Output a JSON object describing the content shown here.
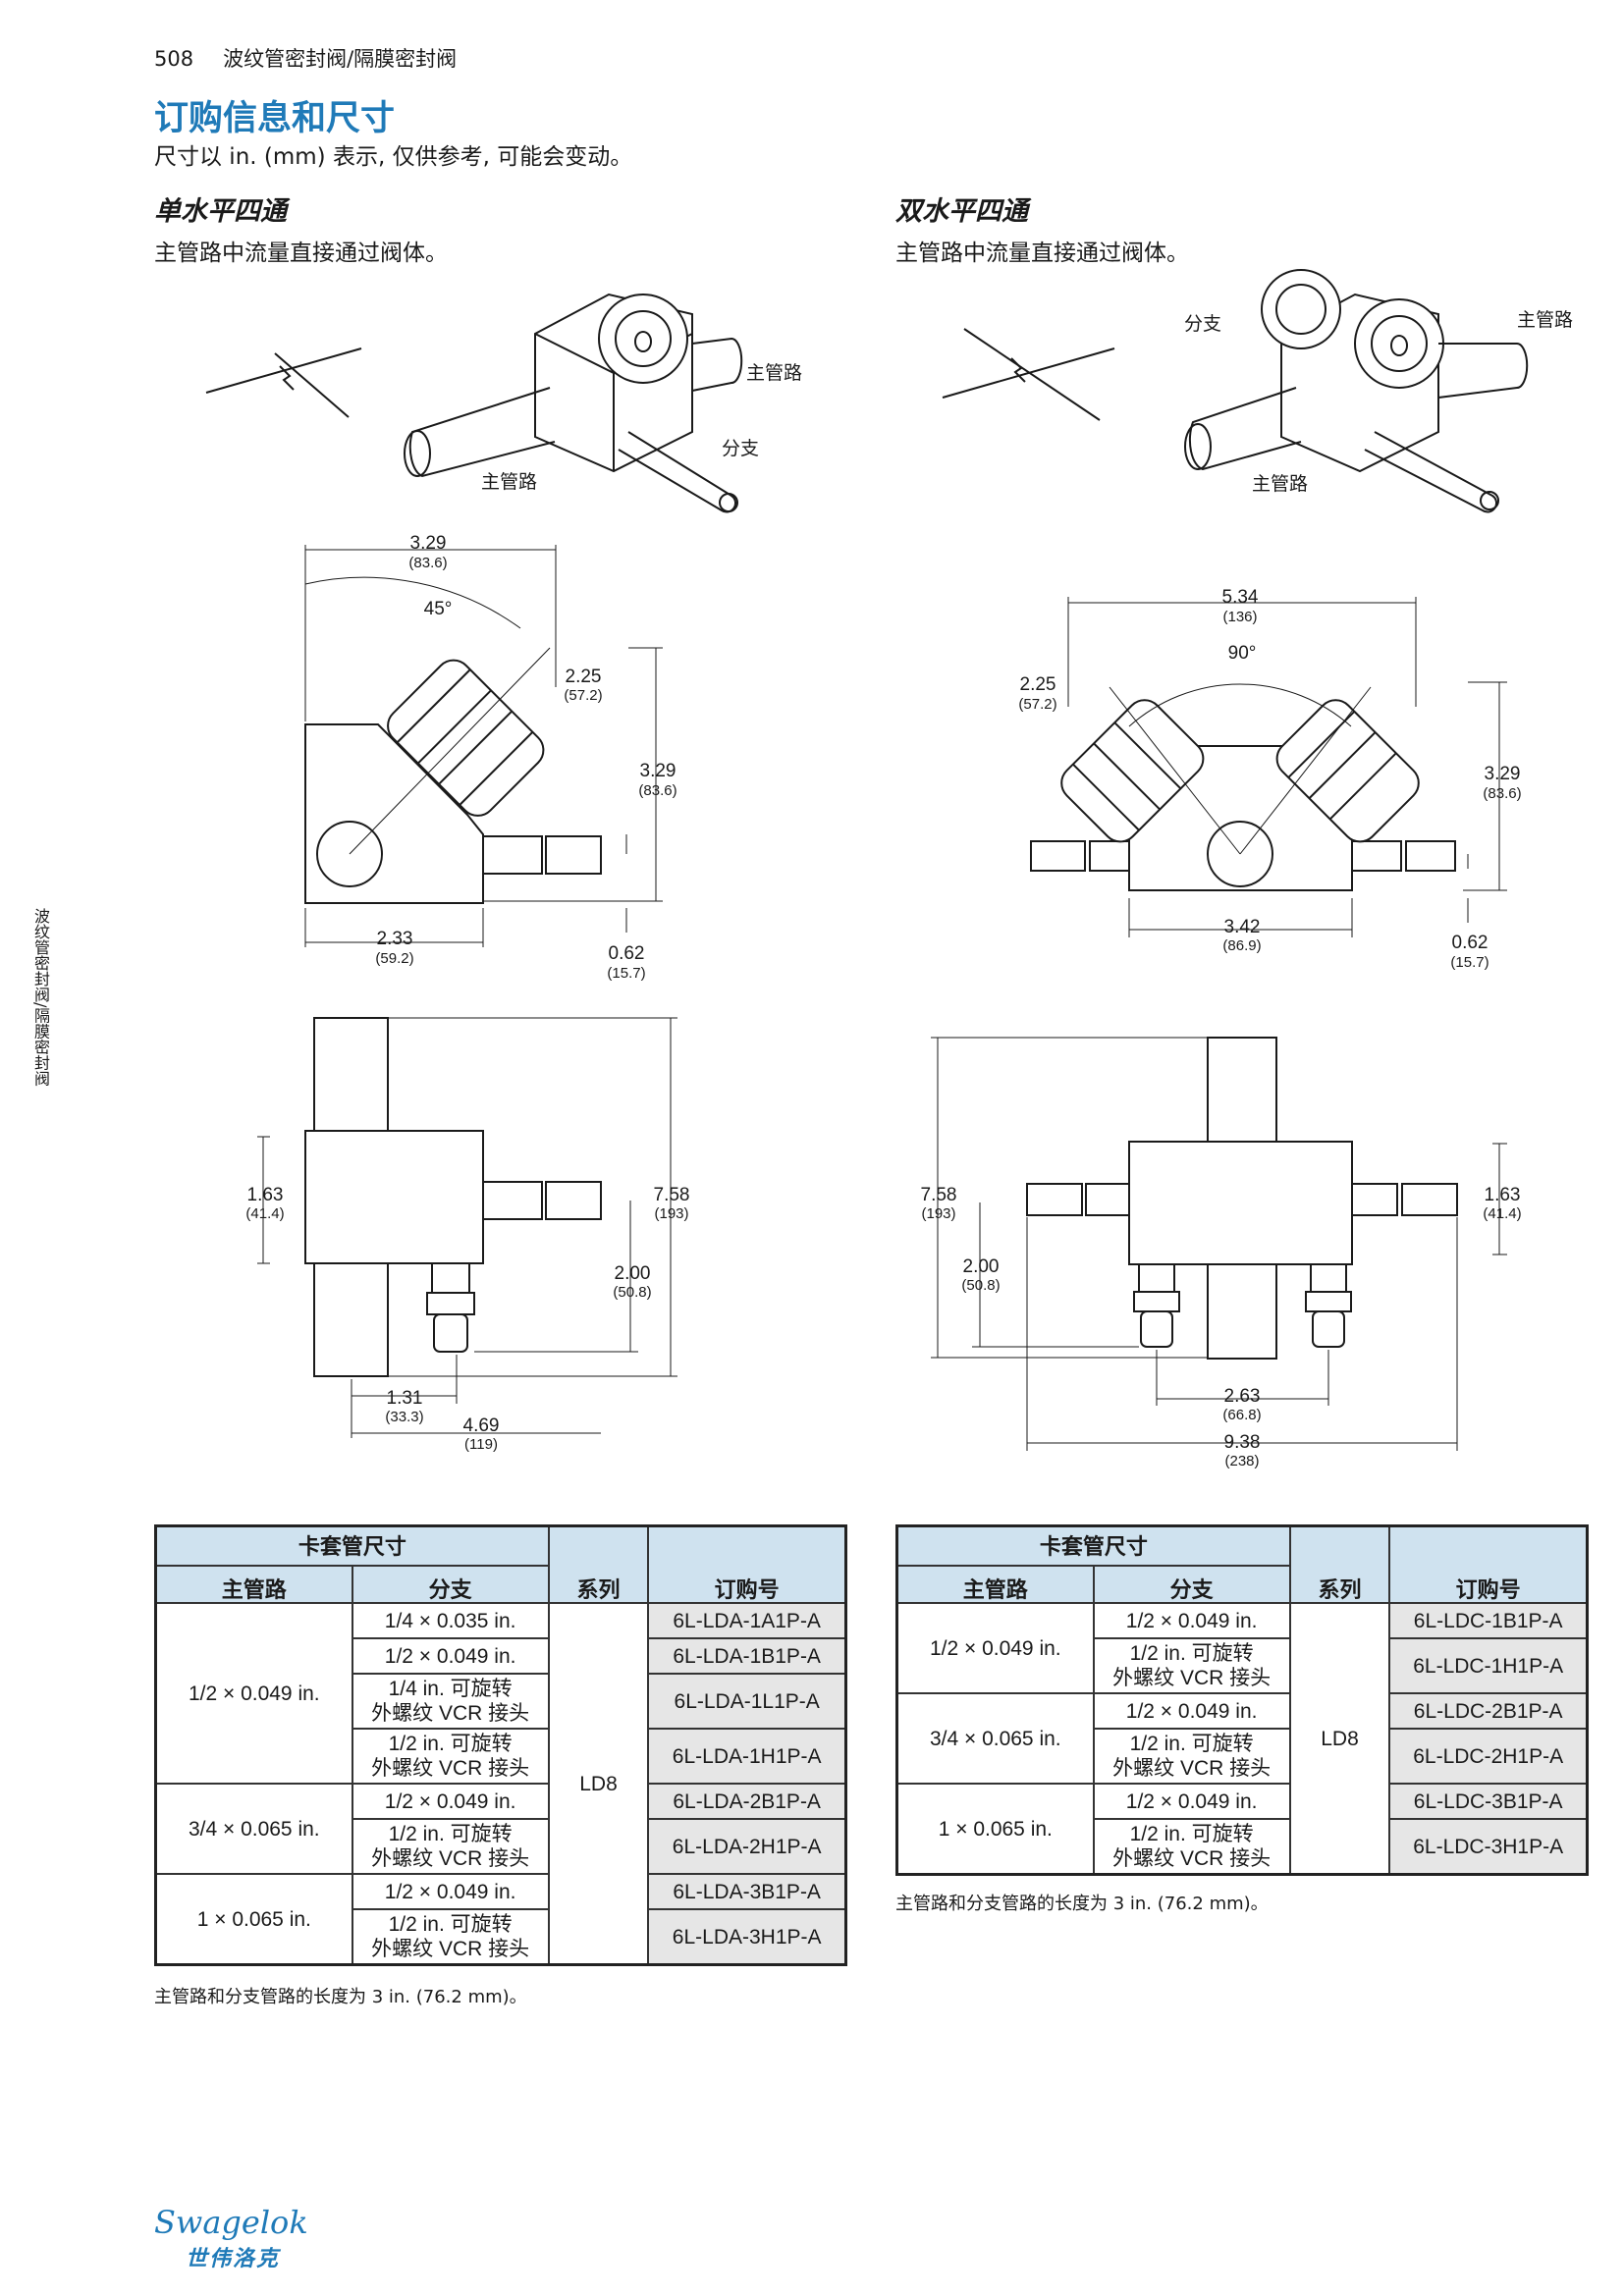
{
  "header": {
    "page_number": "508",
    "running_title": "波纹管密封阀/隔膜密封阀"
  },
  "title": "订购信息和尺寸",
  "subtitle": "尺寸以 in. (mm) 表示, 仅供参考, 可能会变动。",
  "side_tab": "波纹管密封阀/隔膜密封阀",
  "left": {
    "heading": "单水平四通",
    "description": "主管路中流量直接通过阀体。",
    "iso_labels": {
      "main_top": "主管路",
      "branch": "分支",
      "main_bottom": "主管路"
    },
    "front_dims": [
      {
        "in": "3.29",
        "mm": "(83.6)"
      },
      {
        "in": "45°"
      },
      {
        "in": "2.25",
        "mm": "(57.2)"
      },
      {
        "in": "3.29",
        "mm": "(83.6)"
      },
      {
        "in": "2.33",
        "mm": "(59.2)"
      },
      {
        "in": "0.62",
        "mm": "(15.7)"
      }
    ],
    "side_dims": [
      {
        "in": "1.63",
        "mm": "(41.4)"
      },
      {
        "in": "7.58",
        "mm": "(193)"
      },
      {
        "in": "2.00",
        "mm": "(50.8)"
      },
      {
        "in": "1.31",
        "mm": "(33.3)"
      },
      {
        "in": "4.69",
        "mm": "(119)"
      }
    ],
    "table": {
      "group_header": "卡套管尺寸",
      "headers": [
        "主管路",
        "分支",
        "系列",
        "订购号"
      ],
      "series": "LD8",
      "mains": [
        "1/2 × 0.049 in.",
        "3/4 × 0.065 in.",
        "1 × 0.065 in."
      ],
      "rows": [
        {
          "branch": "1/4 × 0.035 in.",
          "code": "6L-LDA-1A1P-A"
        },
        {
          "branch": "1/2 × 0.049 in.",
          "code": "6L-LDA-1B1P-A"
        },
        {
          "branch1": "1/4 in. 可旋转",
          "branch2": "外螺纹 VCR 接头",
          "code": "6L-LDA-1L1P-A"
        },
        {
          "branch1": "1/2 in. 可旋转",
          "branch2": "外螺纹 VCR 接头",
          "code": "6L-LDA-1H1P-A"
        },
        {
          "branch": "1/2 × 0.049 in.",
          "code": "6L-LDA-2B1P-A"
        },
        {
          "branch1": "1/2 in. 可旋转",
          "branch2": "外螺纹 VCR 接头",
          "code": "6L-LDA-2H1P-A"
        },
        {
          "branch": "1/2 × 0.049 in.",
          "code": "6L-LDA-3B1P-A"
        },
        {
          "branch1": "1/2 in. 可旋转",
          "branch2": "外螺纹 VCR 接头",
          "code": "6L-LDA-3H1P-A"
        }
      ],
      "note": "主管路和分支管路的长度为 3 in. (76.2 mm)。"
    }
  },
  "right": {
    "heading": "双水平四通",
    "description": "主管路中流量直接通过阀体。",
    "iso_labels": {
      "branch": "分支",
      "main_top": "主管路",
      "main_bottom": "主管路"
    },
    "front_dims": [
      {
        "in": "5.34",
        "mm": "(136)"
      },
      {
        "in": "90°"
      },
      {
        "in": "2.25",
        "mm": "(57.2)"
      },
      {
        "in": "3.29",
        "mm": "(83.6)"
      },
      {
        "in": "3.42",
        "mm": "(86.9)"
      },
      {
        "in": "0.62",
        "mm": "(15.7)"
      }
    ],
    "side_dims": [
      {
        "in": "7.58",
        "mm": "(193)"
      },
      {
        "in": "2.00",
        "mm": "(50.8)"
      },
      {
        "in": "1.63",
        "mm": "(41.4)"
      },
      {
        "in": "2.63",
        "mm": "(66.8)"
      },
      {
        "in": "9.38",
        "mm": "(238)"
      }
    ],
    "table": {
      "group_header": "卡套管尺寸",
      "headers": [
        "主管路",
        "分支",
        "系列",
        "订购号"
      ],
      "series": "LD8",
      "mains": [
        "1/2 × 0.049 in.",
        "3/4 × 0.065 in.",
        "1 × 0.065 in."
      ],
      "rows": [
        {
          "branch": "1/2 × 0.049 in.",
          "code": "6L-LDC-1B1P-A"
        },
        {
          "branch1": "1/2 in. 可旋转",
          "branch2": "外螺纹 VCR 接头",
          "code": "6L-LDC-1H1P-A"
        },
        {
          "branch": "1/2 × 0.049 in.",
          "code": "6L-LDC-2B1P-A"
        },
        {
          "branch1": "1/2 in. 可旋转",
          "branch2": "外螺纹 VCR 接头",
          "code": "6L-LDC-2H1P-A"
        },
        {
          "branch": "1/2 × 0.049 in.",
          "code": "6L-LDC-3B1P-A"
        },
        {
          "branch1": "1/2 in. 可旋转",
          "branch2": "外螺纹 VCR 接头",
          "code": "6L-LDC-3H1P-A"
        }
      ],
      "note": "主管路和分支管路的长度为 3 in. (76.2 mm)。"
    }
  },
  "logo": {
    "brand": "Swagelok",
    "brand_cn": "世伟洛克"
  },
  "colors": {
    "accent": "#1f7ab8",
    "table_header": "#cfe2ef",
    "code_cell": "#e6e6e6"
  }
}
